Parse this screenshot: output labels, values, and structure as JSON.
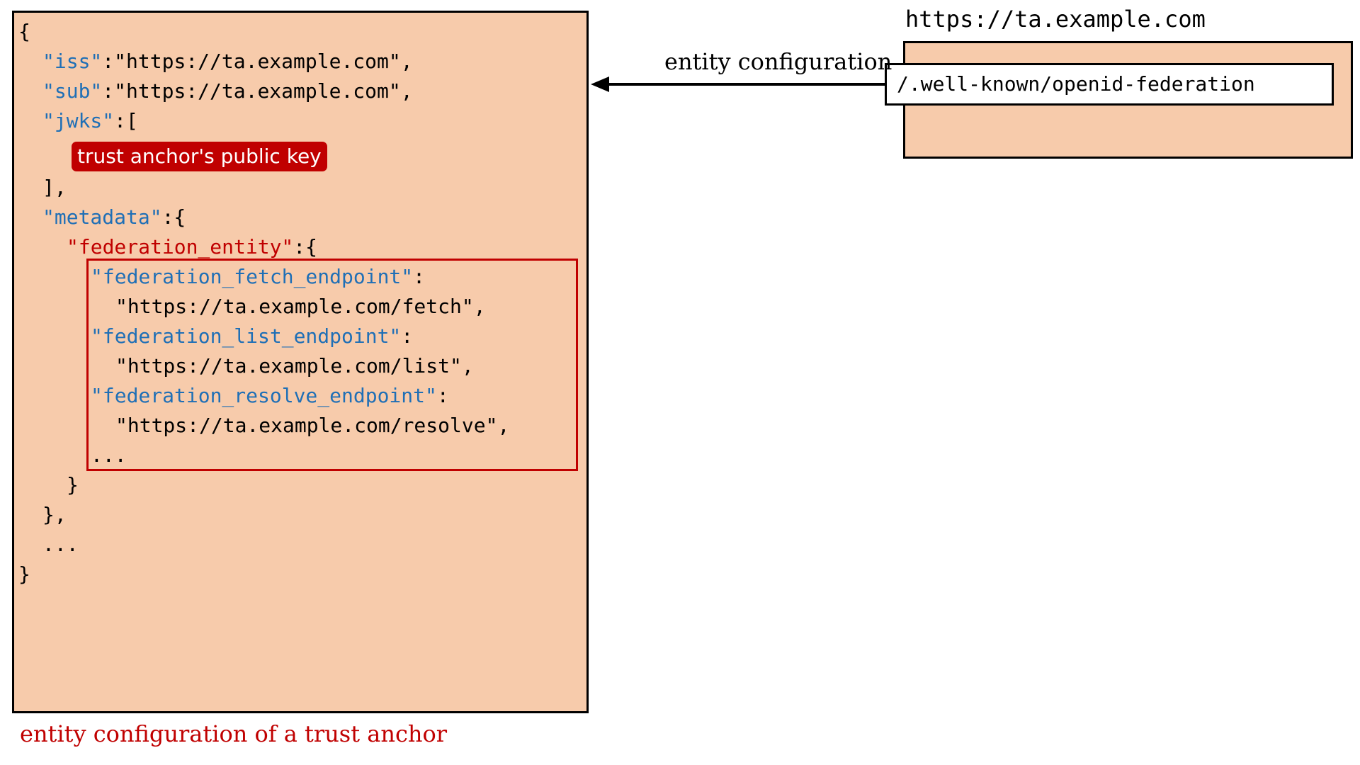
{
  "code_box": {
    "lines": [
      "{",
      "\"iss\"",
      ":\"https://ta.example.com\",",
      "\"sub\"",
      ":\"https://ta.example.com\",",
      "\"jwks\"",
      ":[",
      "],",
      "\"metadata\"",
      ":{",
      "\"federation_entity\"",
      ":{",
      "\"federation_fetch_endpoint\"",
      ":",
      "\"https://ta.example.com/fetch\",",
      "\"federation_list_endpoint\"",
      ":",
      "\"https://ta.example.com/list\",",
      "\"federation_resolve_endpoint\"",
      ":",
      "\"https://ta.example.com/resolve\",",
      "...",
      "}",
      "},",
      "...",
      "}"
    ],
    "key_badge": "trust anchor's public key",
    "caption": "entity configuration of a trust anchor"
  },
  "server": {
    "host": "https://ta.example.com",
    "path": "/.well-known/openid-federation"
  },
  "arrow": {
    "label": "entity configuration"
  },
  "colors": {
    "box_fill": "#f7cbab",
    "key_blue": "#1f6fb6",
    "accent_red": "#c00000"
  }
}
